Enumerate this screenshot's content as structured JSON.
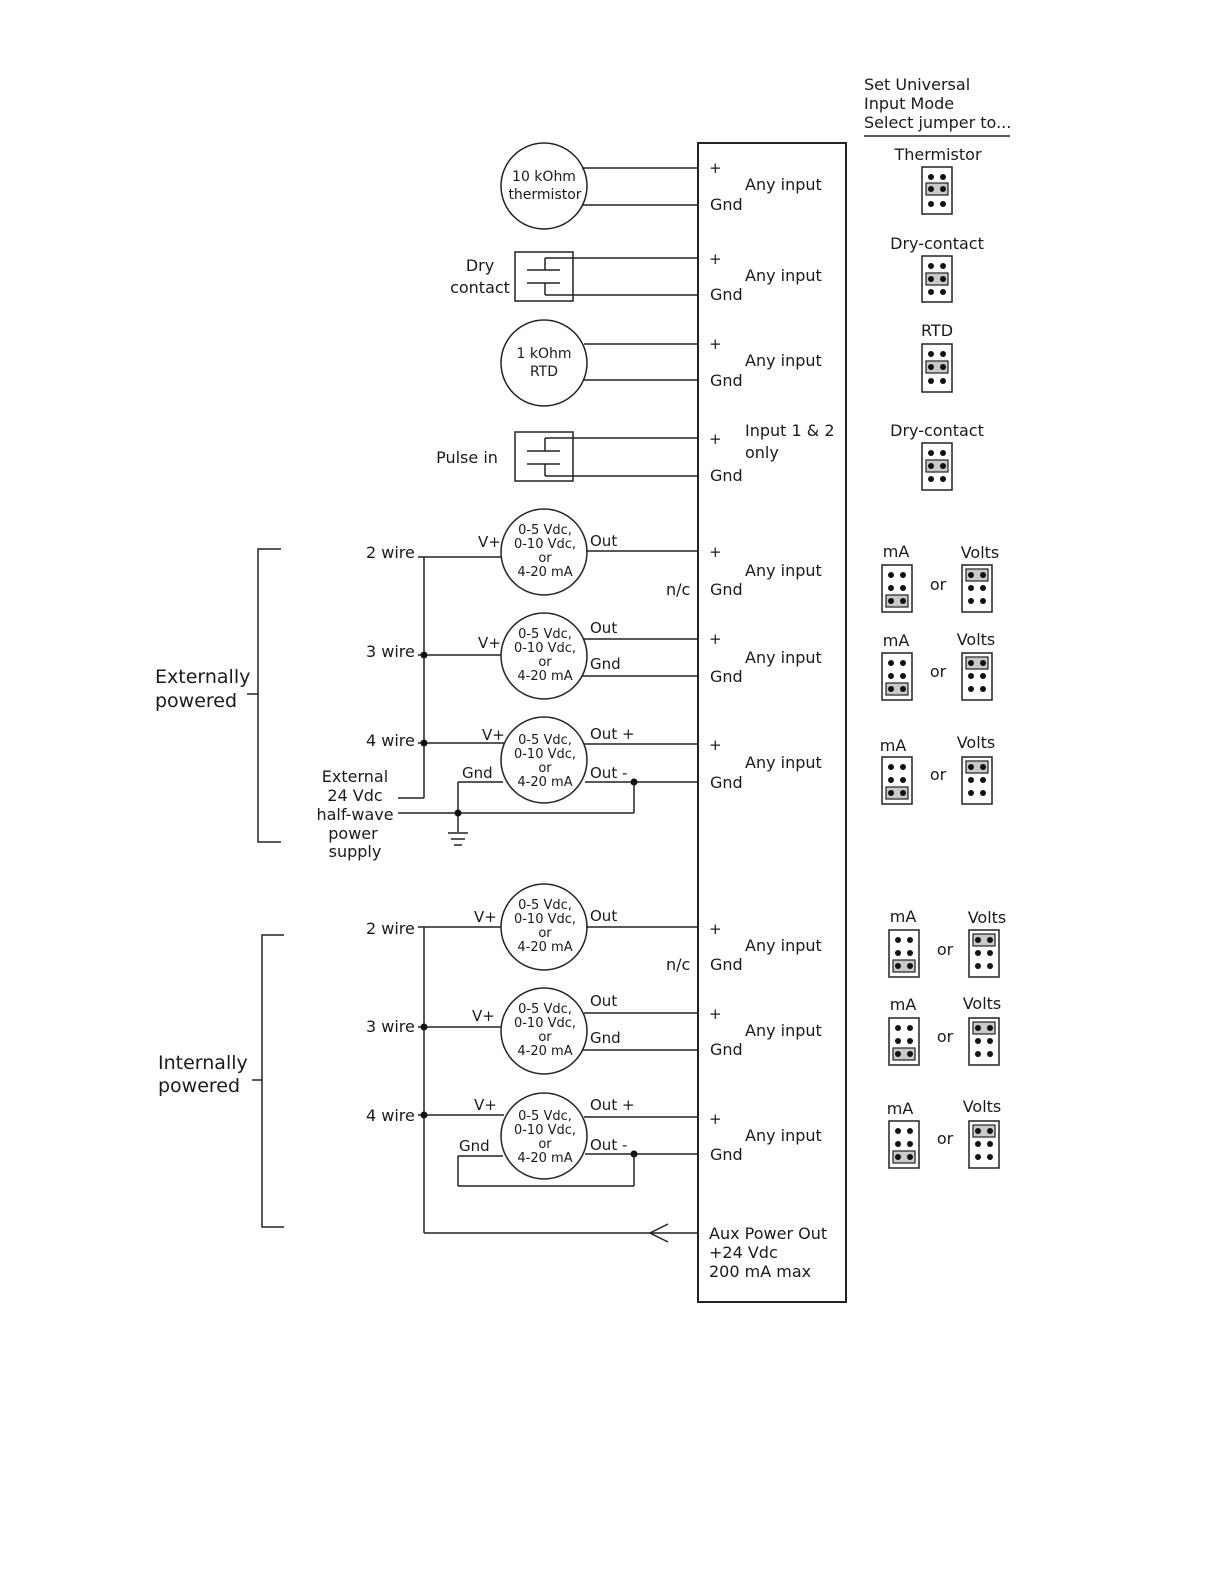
{
  "header": {
    "line1": "Set Universal",
    "line2": "Input Mode",
    "line3": "Select jumper to..."
  },
  "terminal_block": {
    "rows": [
      {
        "plus": "+",
        "gnd": "Gnd",
        "label1": "Any input",
        "label2": ""
      },
      {
        "plus": "+",
        "gnd": "Gnd",
        "label1": "Any input",
        "label2": ""
      },
      {
        "plus": "+",
        "gnd": "Gnd",
        "label1": "Any input",
        "label2": ""
      },
      {
        "plus": "+",
        "gnd": "Gnd",
        "label1": "Input 1 & 2",
        "label2": "only"
      },
      {
        "plus": "+",
        "gnd": "Gnd",
        "label1": "Any input",
        "label2": ""
      },
      {
        "plus": "+",
        "gnd": "Gnd",
        "label1": "Any input",
        "label2": ""
      },
      {
        "plus": "+",
        "gnd": "Gnd",
        "label1": "Any input",
        "label2": ""
      },
      {
        "plus": "+",
        "gnd": "Gnd",
        "label1": "Any input",
        "label2": ""
      },
      {
        "plus": "+",
        "gnd": "Gnd",
        "label1": "Any input",
        "label2": ""
      },
      {
        "plus": "+",
        "gnd": "Gnd",
        "label1": "Any input",
        "label2": ""
      }
    ],
    "aux": {
      "line1": "Aux Power Out",
      "line2": "+24 Vdc",
      "line3": "200 mA max"
    }
  },
  "sensors": {
    "thermistor": {
      "line1": "10 kOhm",
      "line2": "thermistor"
    },
    "dry_contact": {
      "line1": "Dry",
      "line2": "contact"
    },
    "rtd": {
      "line1": "1 kOhm",
      "line2": "RTD"
    },
    "pulse": {
      "label": "Pulse in"
    }
  },
  "transmitter": {
    "line1": "0-5 Vdc,",
    "line2": "0-10 Vdc,",
    "line3": "or",
    "line4": "4-20 mA"
  },
  "wire_labels": {
    "two_wire": "2 wire",
    "three_wire": "3 wire",
    "four_wire": "4 wire",
    "vplus": "V+",
    "out": "Out",
    "out_plus": "Out +",
    "out_minus": "Out -",
    "gnd": "Gnd",
    "nc": "n/c"
  },
  "groups": {
    "external": {
      "line1": "Externally",
      "line2": "powered"
    },
    "internal": {
      "line1": "Internally",
      "line2": "powered"
    }
  },
  "power_supply": {
    "line1": "External",
    "line2": "24 Vdc",
    "line3": "half-wave",
    "line4": "power",
    "line5": "supply"
  },
  "jumpers": {
    "thermistor": "Thermistor",
    "dry_contact": "Dry-contact",
    "rtd": "RTD",
    "dry_contact_2": "Dry-contact",
    "ma": "mA",
    "volts": "Volts",
    "or": "or"
  }
}
